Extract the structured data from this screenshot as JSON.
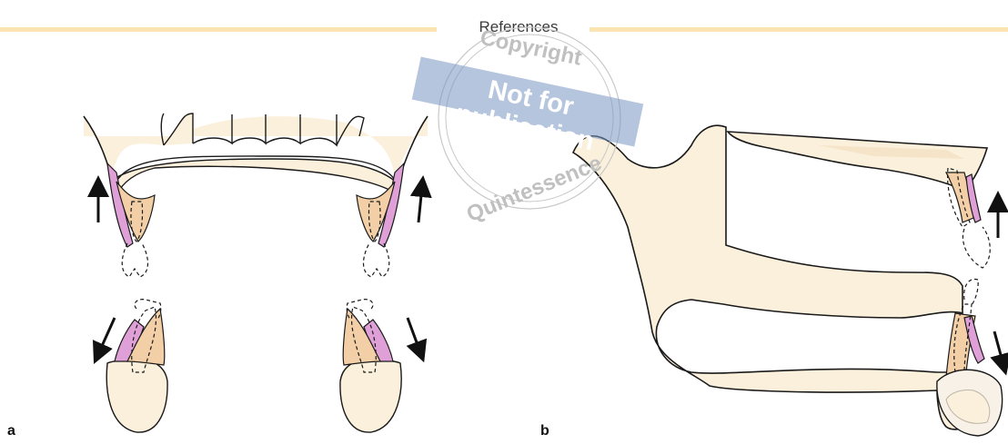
{
  "header": {
    "title": "References"
  },
  "panels": [
    {
      "label": "a"
    },
    {
      "label": "b"
    }
  ],
  "watermark": {
    "top_text": "Copyright",
    "band_text": "Not for publication",
    "bottom_text": "Quintessence"
  },
  "colors": {
    "bone": "#fbf0dc",
    "gingiva": "#f2cfa6",
    "mucosa": "#dfa0d8",
    "header_line": "#fbe3b2",
    "watermark_band": "#7896c3",
    "outline": "#1a1a1a"
  }
}
